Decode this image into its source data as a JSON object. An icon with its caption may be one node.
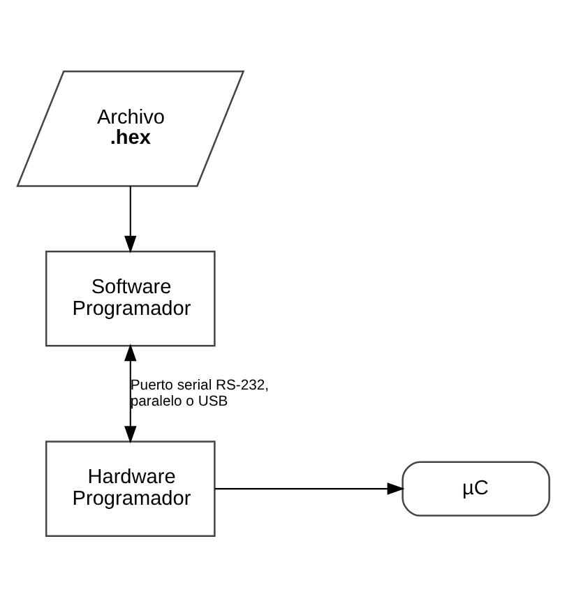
{
  "diagram": {
    "nodes": [
      {
        "text": [
          "Archivo",
          ".hex"
        ]
      },
      {
        "text": [
          "Software Programador"
        ]
      },
      {
        "text": [
          "Hardware Programador"
        ]
      },
      {
        "text": [
          "µC"
        ]
      }
    ],
    "edges": [
      {
        "from": 0,
        "to": 1,
        "arrow": "to"
      },
      {
        "from": 1,
        "to": 2,
        "arrow": "both",
        "label": "Puerto serial RS-232, paralelo o USB"
      },
      {
        "from": 2,
        "to": 3,
        "arrow": "to"
      }
    ]
  }
}
